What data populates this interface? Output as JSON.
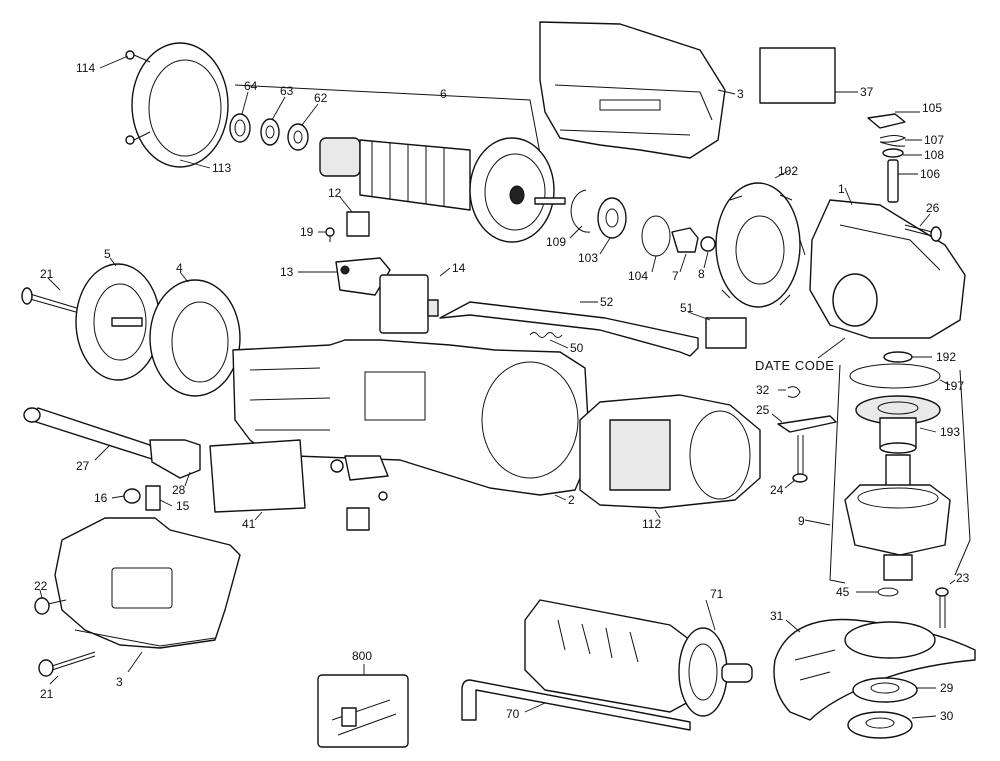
{
  "parts": {
    "p1": "1",
    "p2": "2",
    "p3a": "3",
    "p3b": "3",
    "p4": "4",
    "p5": "5",
    "p6": "6",
    "p7": "7",
    "p8": "8",
    "p9": "9",
    "p12": "12",
    "p13": "13",
    "p14": "14",
    "p15": "15",
    "p16": "16",
    "p19": "19",
    "p21a": "21",
    "p21b": "21",
    "p22": "22",
    "p23": "23",
    "p24": "24",
    "p25": "25",
    "p26": "26",
    "p27": "27",
    "p28": "28",
    "p29": "29",
    "p30": "30",
    "p31": "31",
    "p32": "32",
    "p37": "37",
    "p41": "41",
    "p45": "45",
    "p50": "50",
    "p51": "51",
    "p52": "52",
    "p62": "62",
    "p63": "63",
    "p64": "64",
    "p70": "70",
    "p71": "71",
    "p102": "102",
    "p103": "103",
    "p104": "104",
    "p105": "105",
    "p106": "106",
    "p107": "107",
    "p108": "108",
    "p109": "109",
    "p112": "112",
    "p113": "113",
    "p114": "114",
    "p192": "192",
    "p193": "193",
    "p197": "197",
    "p800": "800"
  },
  "date_code": "DATE CODE"
}
